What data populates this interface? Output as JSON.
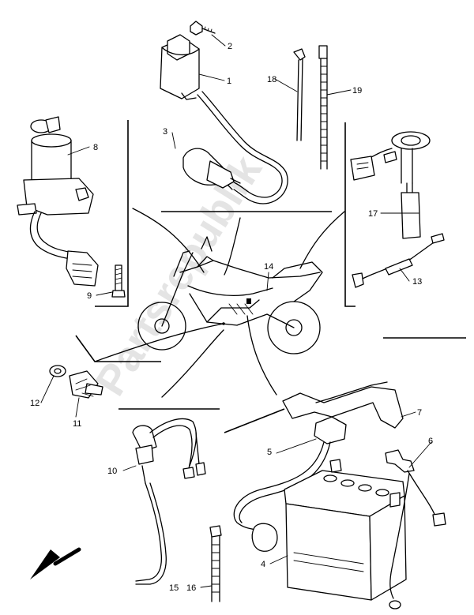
{
  "watermark": "Partsrepublik",
  "callouts": [
    "1",
    "2",
    "3",
    "4",
    "5",
    "6",
    "7",
    "8",
    "9",
    "10",
    "11",
    "12",
    "13",
    "14",
    "15",
    "16",
    "17",
    "18",
    "19"
  ],
  "icons": {
    "direction_arrow": "front-direction-arrow-icon"
  }
}
